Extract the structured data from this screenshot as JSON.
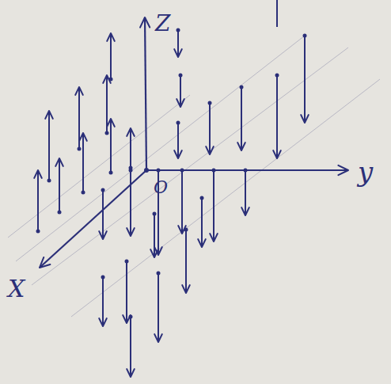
{
  "diagram": {
    "labels": [
      "Z",
      "y",
      "O",
      "X"
    ]
  }
}
